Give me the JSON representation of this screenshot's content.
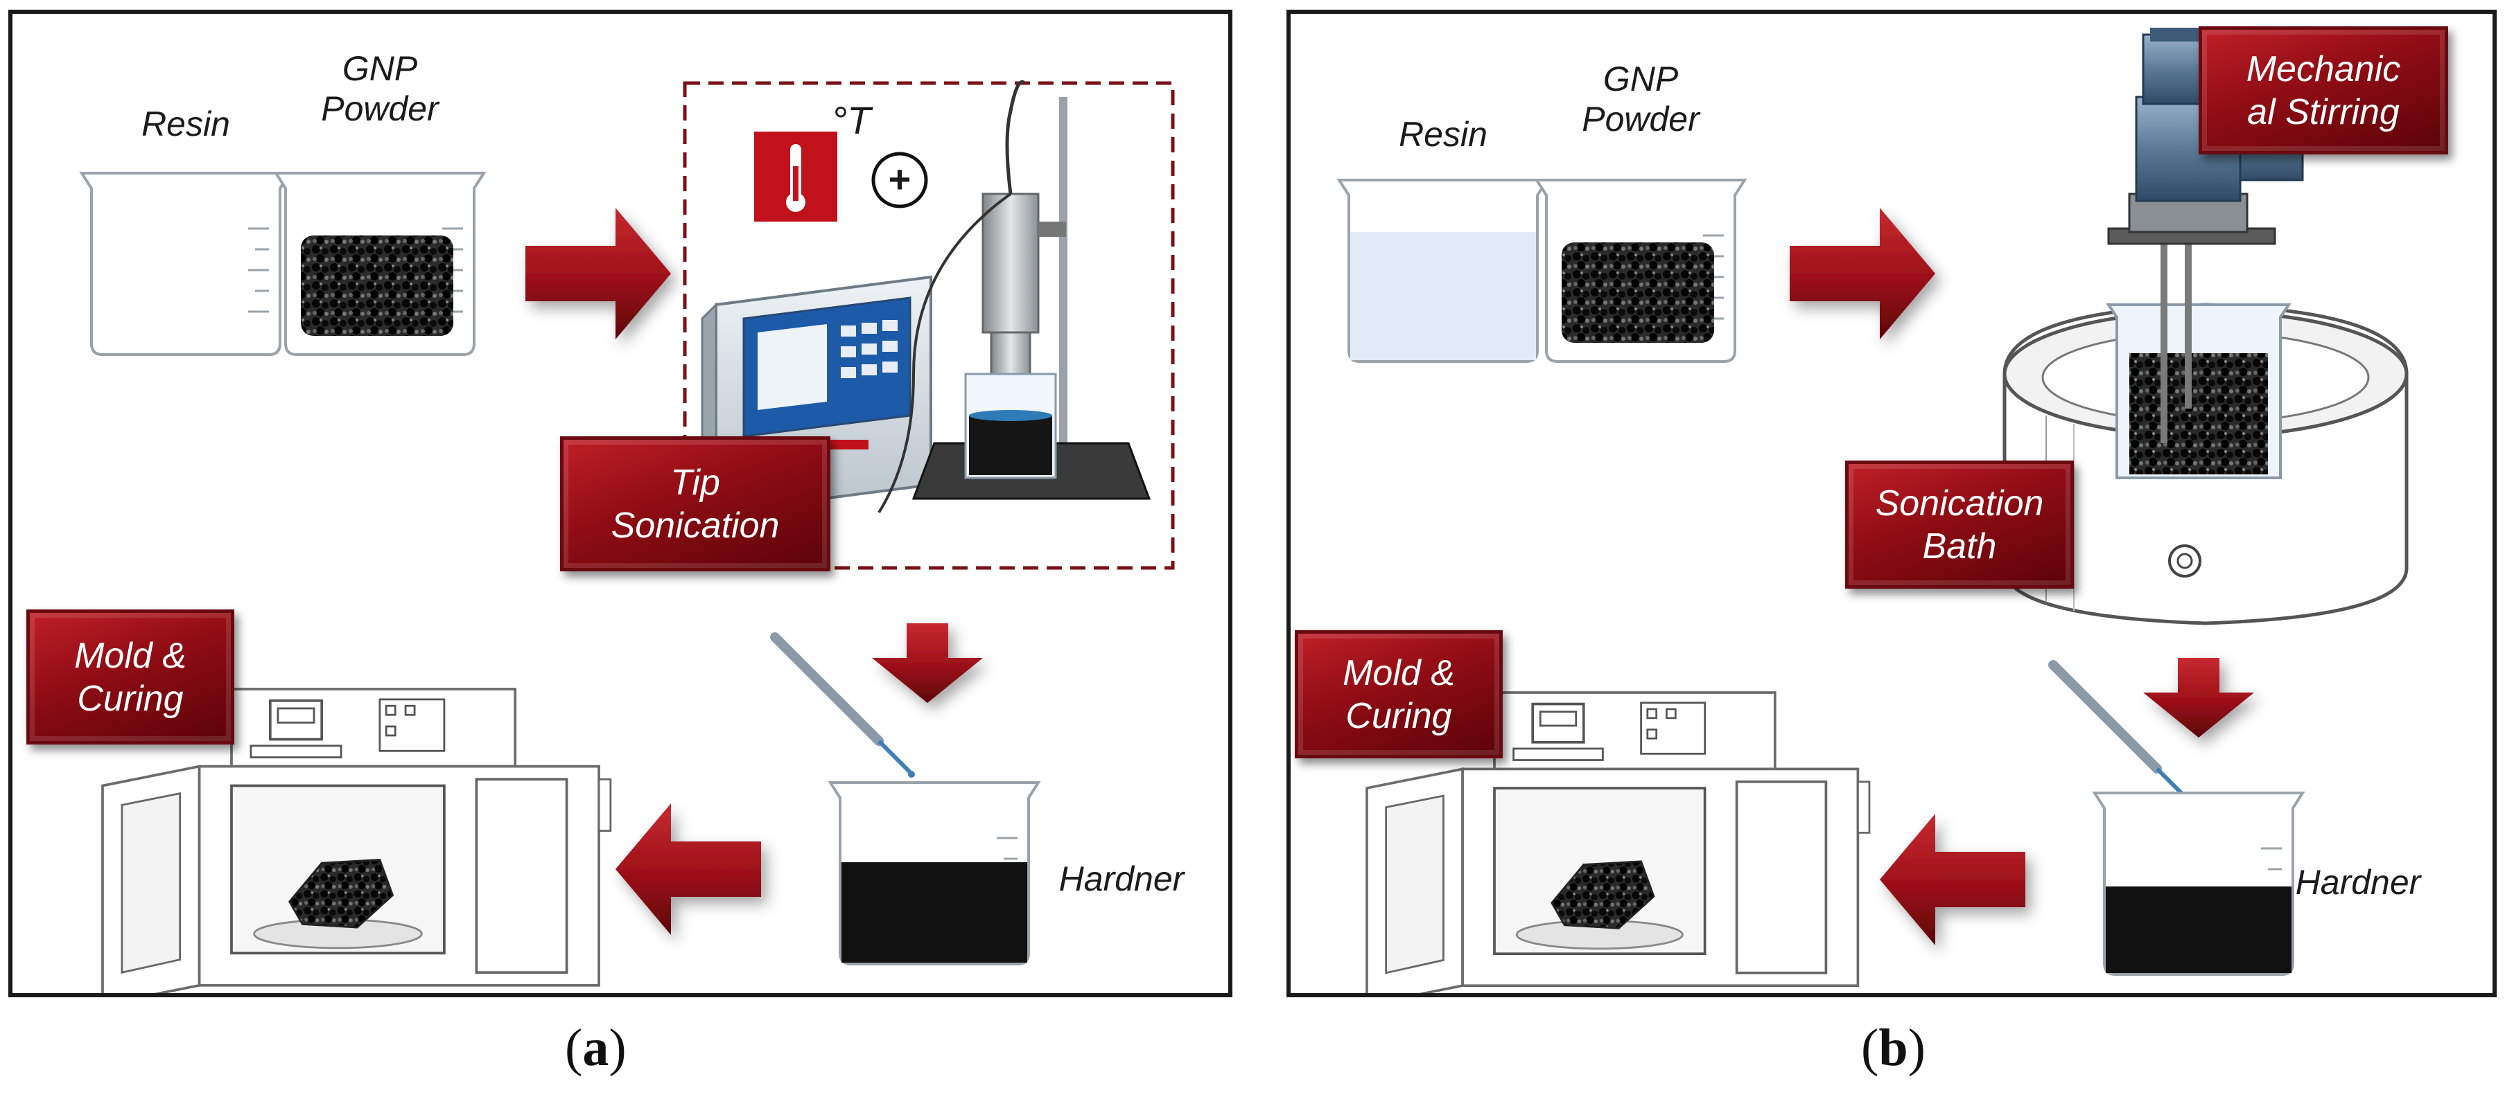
{
  "panel_a": {
    "labels": {
      "resin": "Resin",
      "gnp_powder": "GNP\nPowder",
      "hardner": "Hardner",
      "temperature": "°T",
      "plus": "+"
    },
    "badges": {
      "tip_sonication": "Tip\nSonication",
      "mold_curing": "Mold &\nCuring"
    }
  },
  "panel_b": {
    "labels": {
      "resin": "Resin",
      "gnp_powder": "GNP\nPowder",
      "hardner": "Hardner"
    },
    "badges": {
      "mechanical_stirring": "Mechanic\nal Stirring",
      "sonication_bath": "Sonication\nBath",
      "mold_curing": "Mold &\nCuring"
    }
  },
  "captions": {
    "a_prefix": "(",
    "a_letter": "a",
    "a_suffix": ")",
    "b_prefix": "(",
    "b_letter": "b",
    "b_suffix": ")"
  },
  "colors": {
    "arrow": "#9b0f18",
    "badge": "#8e0c13",
    "liquid": "#dfeaf5",
    "dispersion": "#151515"
  }
}
